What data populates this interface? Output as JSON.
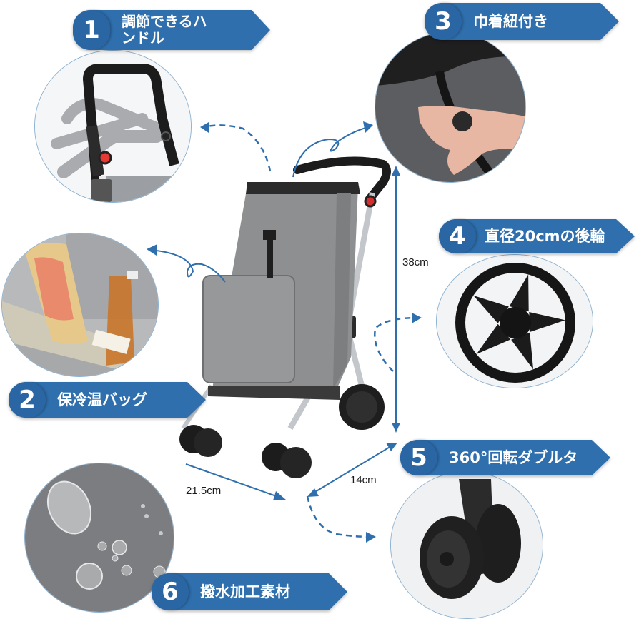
{
  "features": [
    {
      "num": "1",
      "label": "調節できるハ",
      "label2": "ンドル",
      "name": "adjustable-handle"
    },
    {
      "num": "2",
      "label": "保冷温バッグ",
      "name": "insulated-bag"
    },
    {
      "num": "3",
      "label": "巾着紐付き",
      "name": "drawstring"
    },
    {
      "num": "4",
      "label": "直径20cmの後輪",
      "name": "rear-wheel"
    },
    {
      "num": "5",
      "label": "360°回転ダブルタ",
      "name": "swivel-double-wheel"
    },
    {
      "num": "6",
      "label": "撥水加工素材",
      "name": "water-repellent"
    }
  ],
  "dimensions": {
    "height": "38cm",
    "width": "21.5cm",
    "depth": "14cm"
  },
  "colors": {
    "banner": "#2f6fad",
    "banner_num": "#2a66a3",
    "arrow": "#2f6fad",
    "bag": "#8c8d8f",
    "frame": "#c9ccd0"
  }
}
